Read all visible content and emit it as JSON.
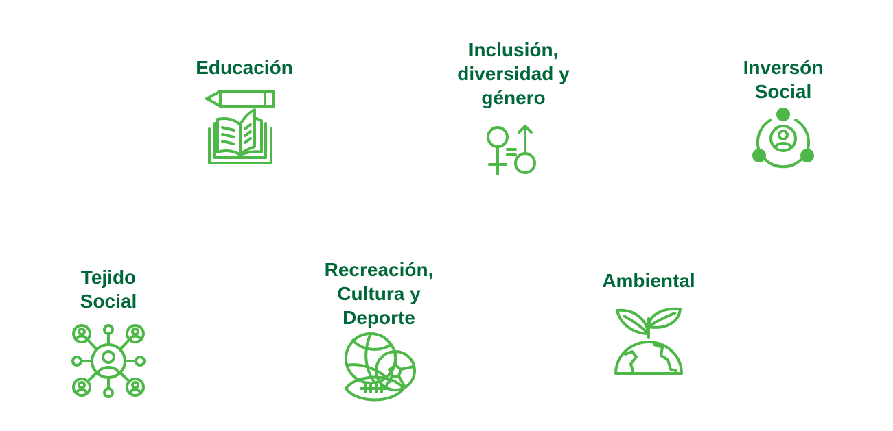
{
  "items": [
    {
      "lines": [
        "Educación"
      ],
      "icon": "pencil-book-icon"
    },
    {
      "lines": [
        "Inclusión,",
        "diversidad y",
        "género"
      ],
      "icon": "gender-symbols-icon"
    },
    {
      "lines": [
        "Inversón",
        "Social"
      ],
      "icon": "social-investment-icon"
    },
    {
      "lines": [
        "Tejido",
        "Social"
      ],
      "icon": "social-network-icon"
    },
    {
      "lines": [
        "Recreación,",
        "Cultura y",
        "Deporte"
      ],
      "icon": "sports-balls-icon"
    },
    {
      "lines": [
        "Ambiental"
      ],
      "icon": "plant-globe-icon"
    }
  ],
  "colors": {
    "label": "#006838",
    "icon": "#4db848"
  }
}
